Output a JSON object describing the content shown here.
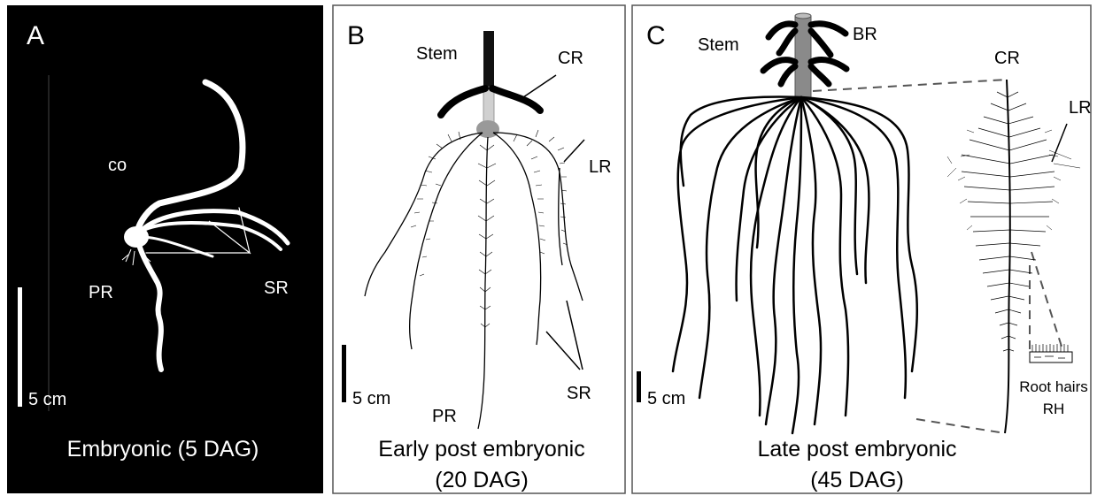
{
  "panel_a": {
    "letter": "A",
    "labels": {
      "co": "co",
      "pr": "PR",
      "sr": "SR"
    },
    "scale": "5 cm",
    "caption": "Embryonic (5 DAG)",
    "background": "#000000",
    "root_color": "#ffffff"
  },
  "panel_b": {
    "letter": "B",
    "labels": {
      "stem": "Stem",
      "cr": "CR",
      "lr": "LR",
      "pr": "PR",
      "sr": "SR"
    },
    "scale": "5 cm",
    "caption_line1": "Early post embryonic",
    "caption_line2": "(20 DAG)"
  },
  "panel_c": {
    "letter": "C",
    "labels": {
      "stem": "Stem",
      "br": "BR",
      "cr": "CR",
      "lr": "LR",
      "root_hairs": "Root hairs",
      "rh": "RH"
    },
    "scale": "5 cm",
    "caption_line1": "Late post embryonic",
    "caption_line2": "(45 DAG)"
  },
  "colors": {
    "stem_gray": "#8a8a8a",
    "seed_gray": "#999999",
    "border": "#555555"
  }
}
